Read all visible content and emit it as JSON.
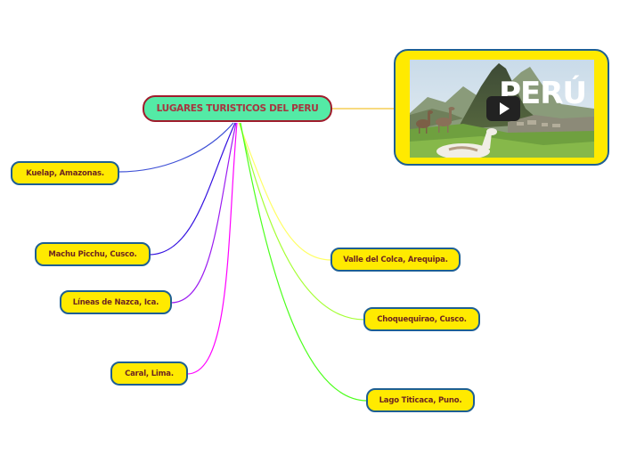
{
  "root": {
    "label": "LUGARES TURISTICOS DEL PERU"
  },
  "nodes": [
    {
      "id": "kuelap",
      "label": "Kuelap, Amazonas."
    },
    {
      "id": "machu",
      "label": "Machu Picchu, Cusco."
    },
    {
      "id": "nazca",
      "label": "Líneas de Nazca, Ica."
    },
    {
      "id": "caral",
      "label": "Caral, Lima."
    },
    {
      "id": "colca",
      "label": "Valle del Colca, Arequipa."
    },
    {
      "id": "choquequirao",
      "label": "Choquequirao, Cusco."
    },
    {
      "id": "titicaca",
      "label": "Lago Titicaca, Puno."
    }
  ],
  "media": {
    "title": "PERÚ",
    "icon": "play-icon"
  },
  "colors": {
    "root_fill": "#54eaa6",
    "root_border": "#a01c2c",
    "root_text": "#a7343f",
    "node_fill": "#ffea00",
    "node_border": "#1d5f93",
    "node_text": "#6b2420",
    "link_kuelap": "#3f51d6",
    "link_machu": "#3311e0",
    "link_nazca": "#9b1cf0",
    "link_caral": "#ff00ff",
    "link_colca": "#ffff66",
    "link_choquequirao": "#a5ff33",
    "link_titicaca": "#4cff1c",
    "link_media": "#f2b400"
  }
}
